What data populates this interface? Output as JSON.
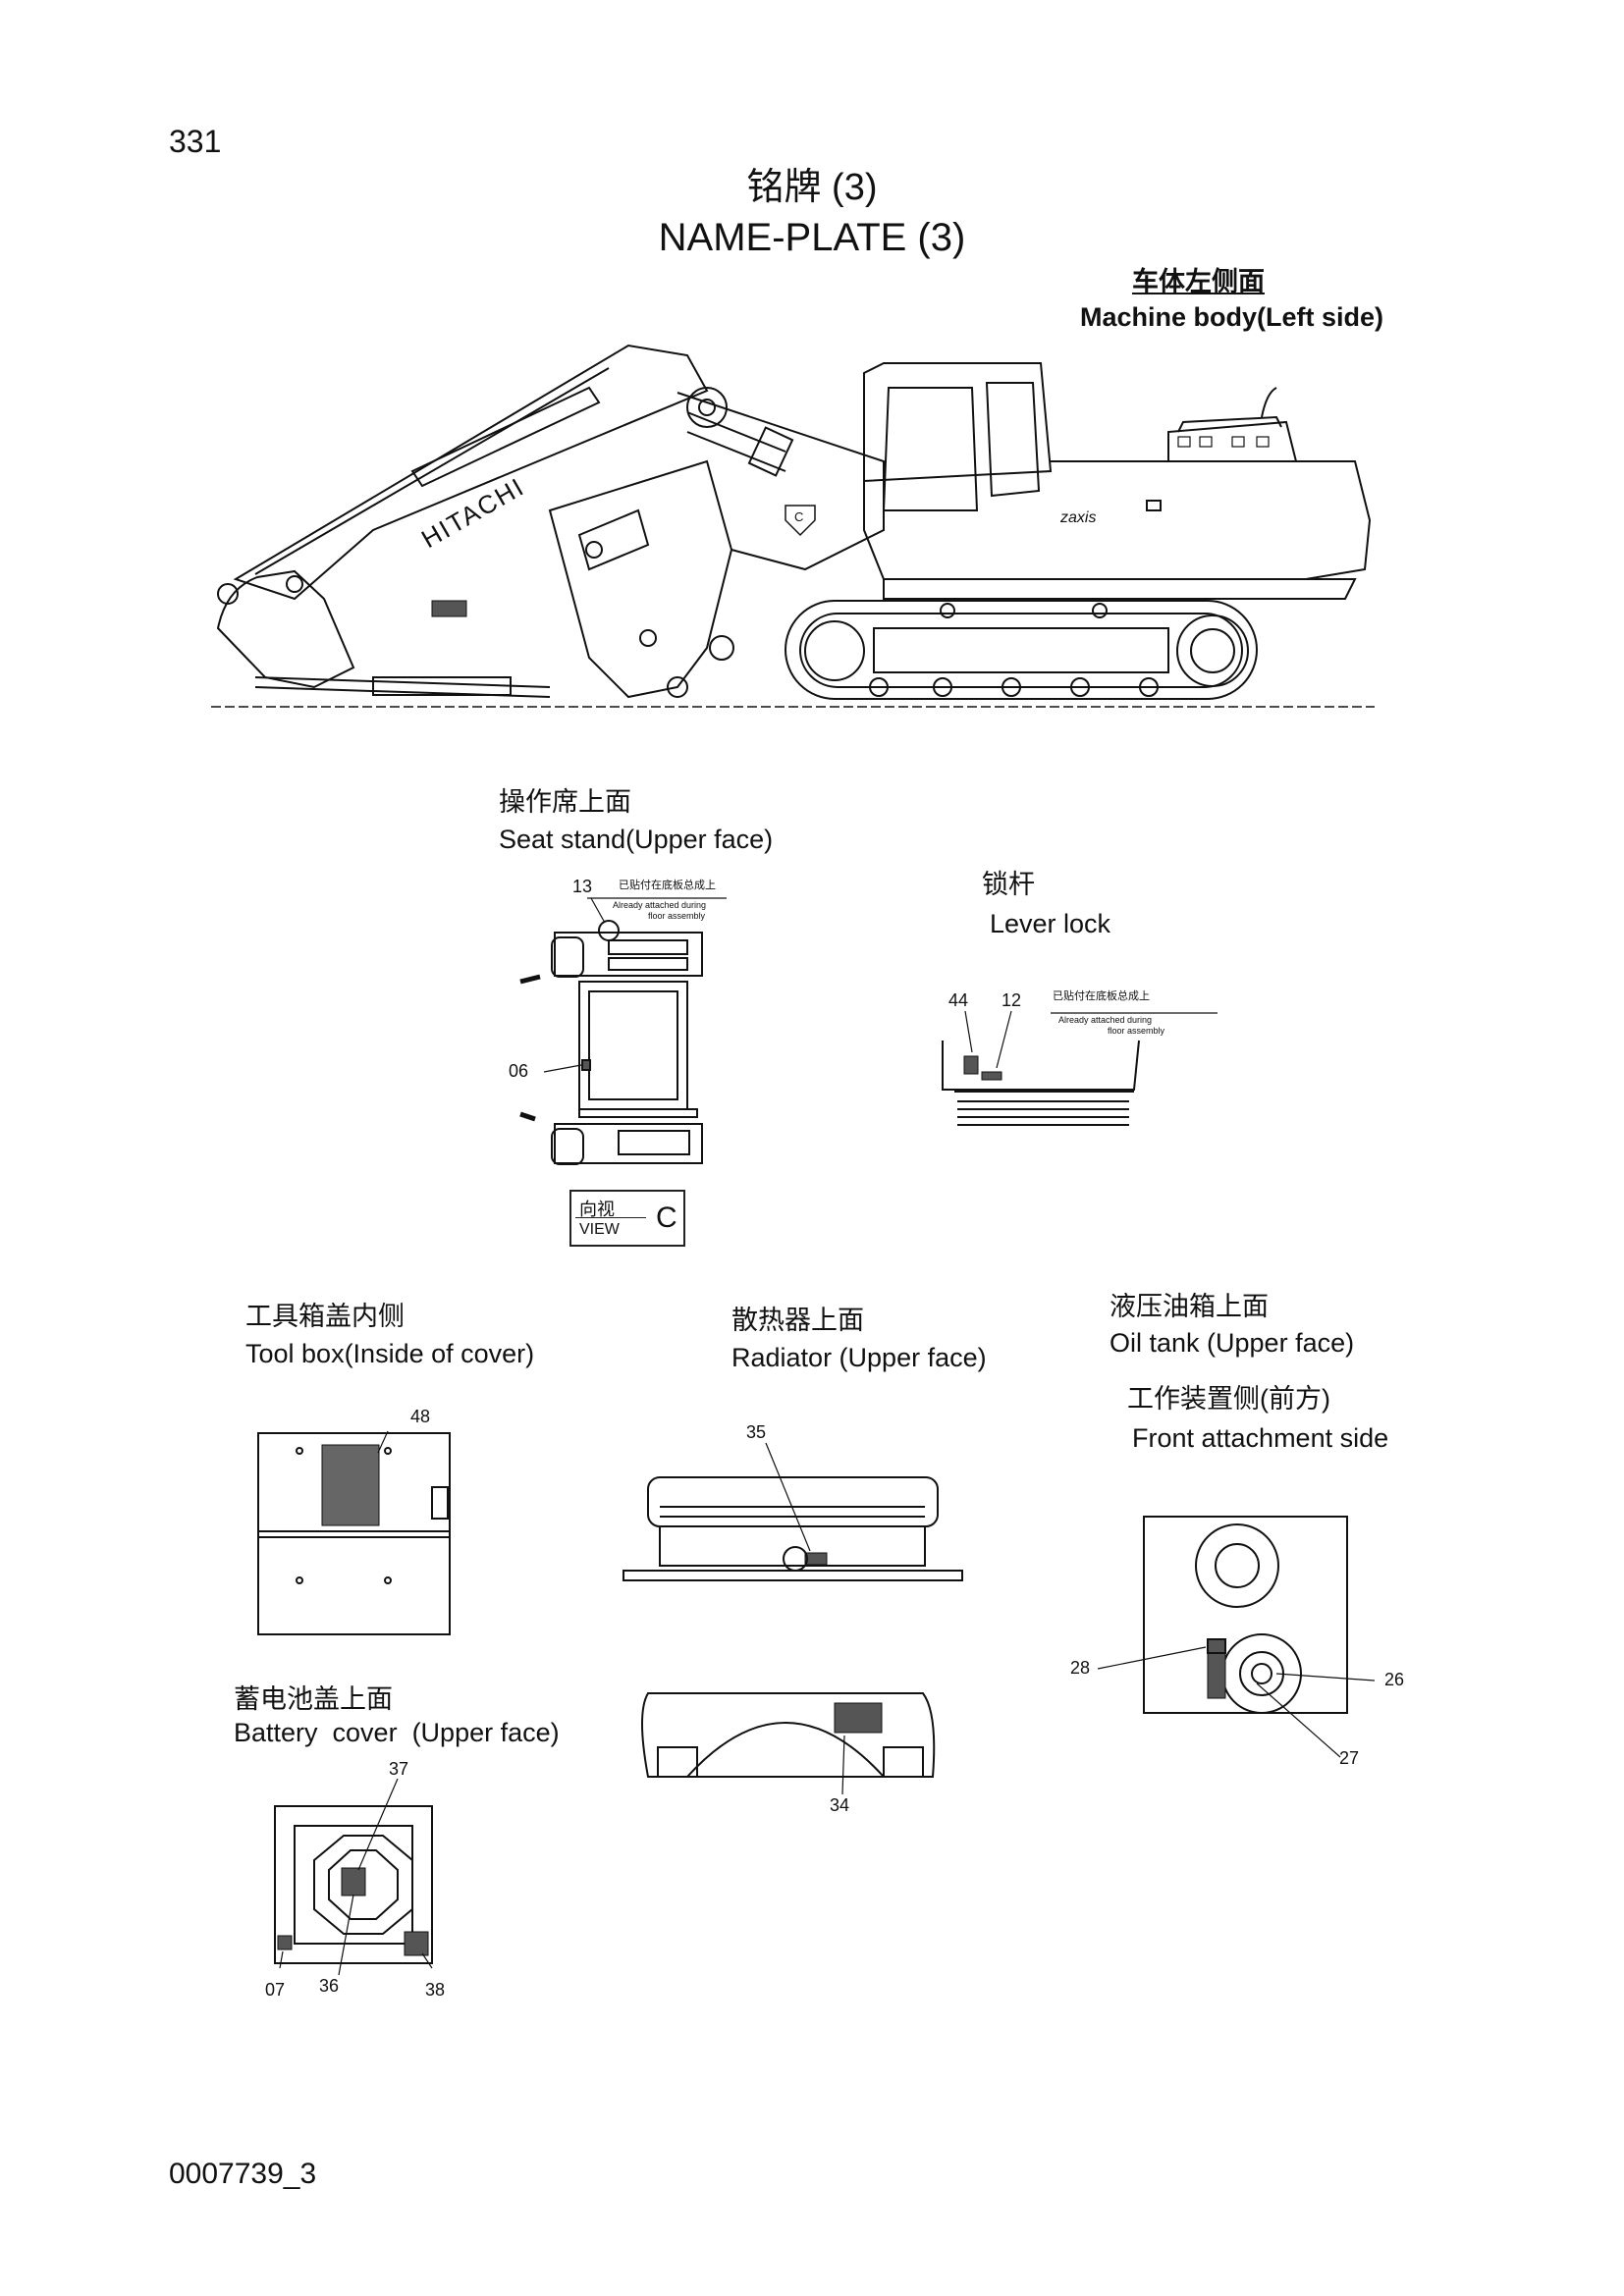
{
  "page": {
    "number": "331",
    "title_zh": "铭牌 (3)",
    "title_en": "NAME-PLATE (3)",
    "footer_code": "0007739_3"
  },
  "sections": {
    "machine_body": {
      "zh": "车体左侧面",
      "en": "Machine body(Left side)",
      "brand": "HITACHI",
      "model_text": "zaxis",
      "view_marker": "C"
    },
    "seat_stand": {
      "zh": "操作席上面",
      "en": "Seat stand(Upper face)",
      "note_zh": "已贴付在底板总成上",
      "note_en1": "Already attached during",
      "note_en2": "floor assembly",
      "view_zh": "向视",
      "view_en": "VIEW",
      "view_letter": "C"
    },
    "lever_lock": {
      "zh": "锁杆",
      "en": "Lever lock",
      "note_zh": "已贴付在底板总成上",
      "note_en1": "Already attached during",
      "note_en2": "floor assembly"
    },
    "tool_box": {
      "zh": "工具箱盖内侧",
      "en": "Tool box(Inside of cover)"
    },
    "radiator": {
      "zh": "散热器上面",
      "en": "Radiator (Upper face)"
    },
    "oil_tank": {
      "zh": "液压油箱上面",
      "en": "Oil tank (Upper face)",
      "sub_zh": "工作装置侧(前方)",
      "sub_en": "Front attachment side"
    },
    "battery_cover": {
      "zh": "蓄电池盖上面",
      "en": "Battery  cover  (Upper face)"
    }
  },
  "callouts": {
    "c13": "13",
    "c06": "06",
    "c44": "44",
    "c12": "12",
    "c48": "48",
    "c35": "35",
    "c34": "34",
    "c28": "28",
    "c26": "26",
    "c27": "27",
    "c37": "37",
    "c07": "07",
    "c36": "36",
    "c38": "38"
  },
  "colors": {
    "ink": "#111111",
    "plate_fill": "#555555"
  }
}
